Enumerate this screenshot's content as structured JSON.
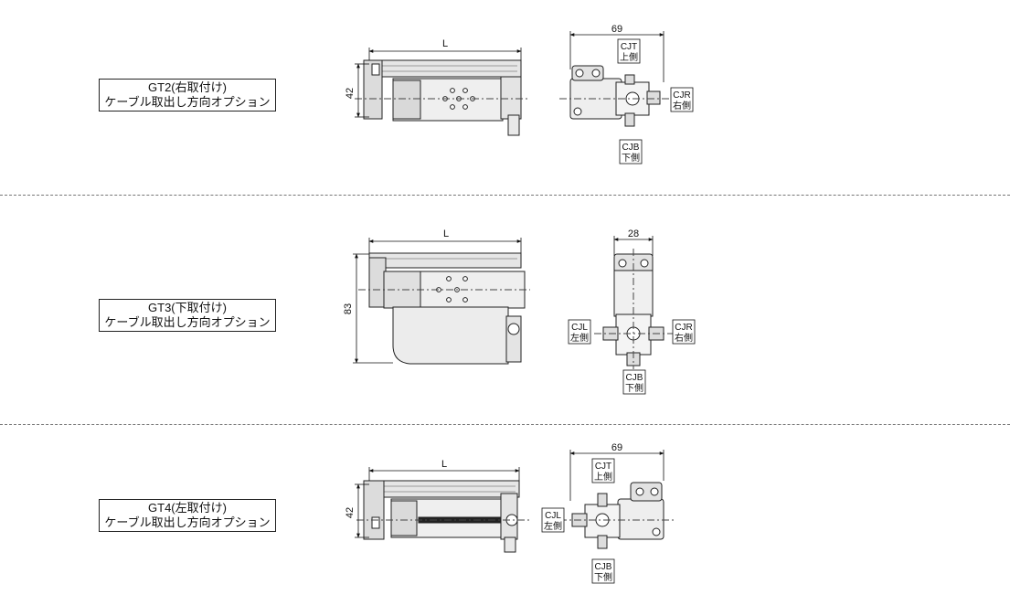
{
  "options": [
    {
      "label_line1": "GT2(右取付け)",
      "label_line2": "ケーブル取出し方向オプション",
      "dim_length": "L",
      "dim_height": "42",
      "dim_width": "69",
      "outlets": [
        {
          "code": "CJT",
          "side": "上側"
        },
        {
          "code": "CJR",
          "side": "右側"
        },
        {
          "code": "CJB",
          "side": "下側"
        }
      ]
    },
    {
      "label_line1": "GT3(下取付け)",
      "label_line2": "ケーブル取出し方向オプション",
      "dim_length": "L",
      "dim_height": "83",
      "dim_width": "28",
      "outlets": [
        {
          "code": "CJL",
          "side": "左側"
        },
        {
          "code": "CJR",
          "side": "右側"
        },
        {
          "code": "CJB",
          "side": "下側"
        }
      ]
    },
    {
      "label_line1": "GT4(左取付け)",
      "label_line2": "ケーブル取出し方向オプション",
      "dim_length": "L",
      "dim_height": "42",
      "dim_width": "69",
      "outlets": [
        {
          "code": "CJT",
          "side": "上側"
        },
        {
          "code": "CJL",
          "side": "左側"
        },
        {
          "code": "CJB",
          "side": "下側"
        }
      ]
    }
  ]
}
